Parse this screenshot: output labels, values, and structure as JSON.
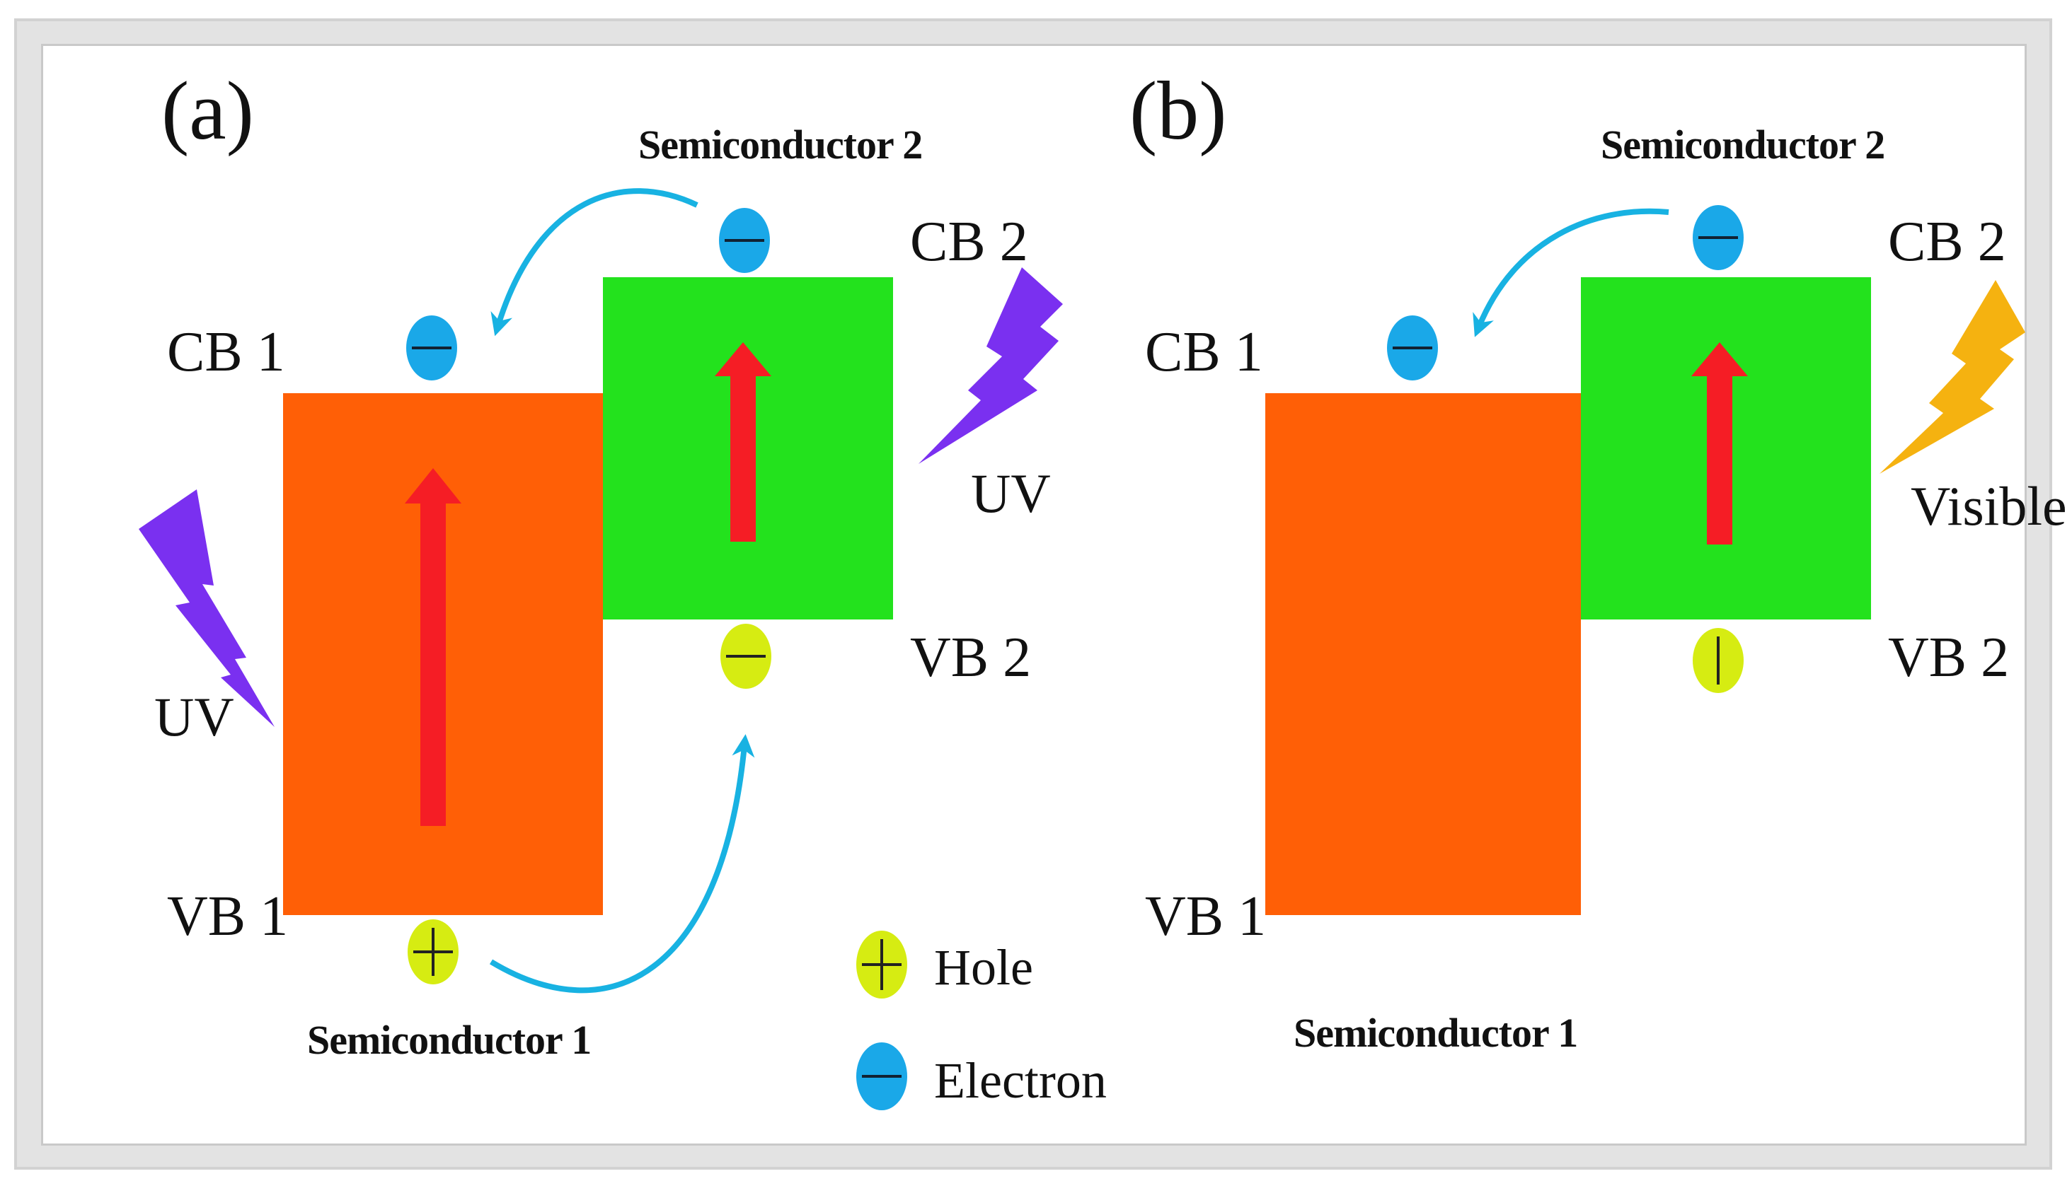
{
  "panels": {
    "a": {
      "letter": "(a)",
      "semiconductor_1": "Semiconductor 1",
      "semiconductor_2": "Semiconductor 2",
      "cb1": "CB 1",
      "vb1": "VB 1",
      "cb2": "CB 2",
      "vb2": "VB 2",
      "light_1": "UV",
      "light_2": "UV"
    },
    "b": {
      "letter": "(b)",
      "semiconductor_1": "Semiconductor 1",
      "semiconductor_2": "Semiconductor 2",
      "cb1": "CB 1",
      "vb1": "VB 1",
      "cb2": "CB 2",
      "vb2": "VB 2",
      "light": "Visible"
    }
  },
  "legend": {
    "hole": "Hole",
    "electron": "Electron"
  },
  "colors": {
    "semiconductor_1": "#ff5f06",
    "semiconductor_2": "#23e21d",
    "excitation_arrow": "#f51d25",
    "electron": "#1aa8e8",
    "hole": "#d6ec12",
    "transfer_arrow": "#18b2e2",
    "uv_light": "#7a30f0",
    "visible_light": "#f5b210"
  },
  "icons": {
    "uv": "lightning-bolt-icon",
    "visible": "lightning-bolt-icon"
  }
}
